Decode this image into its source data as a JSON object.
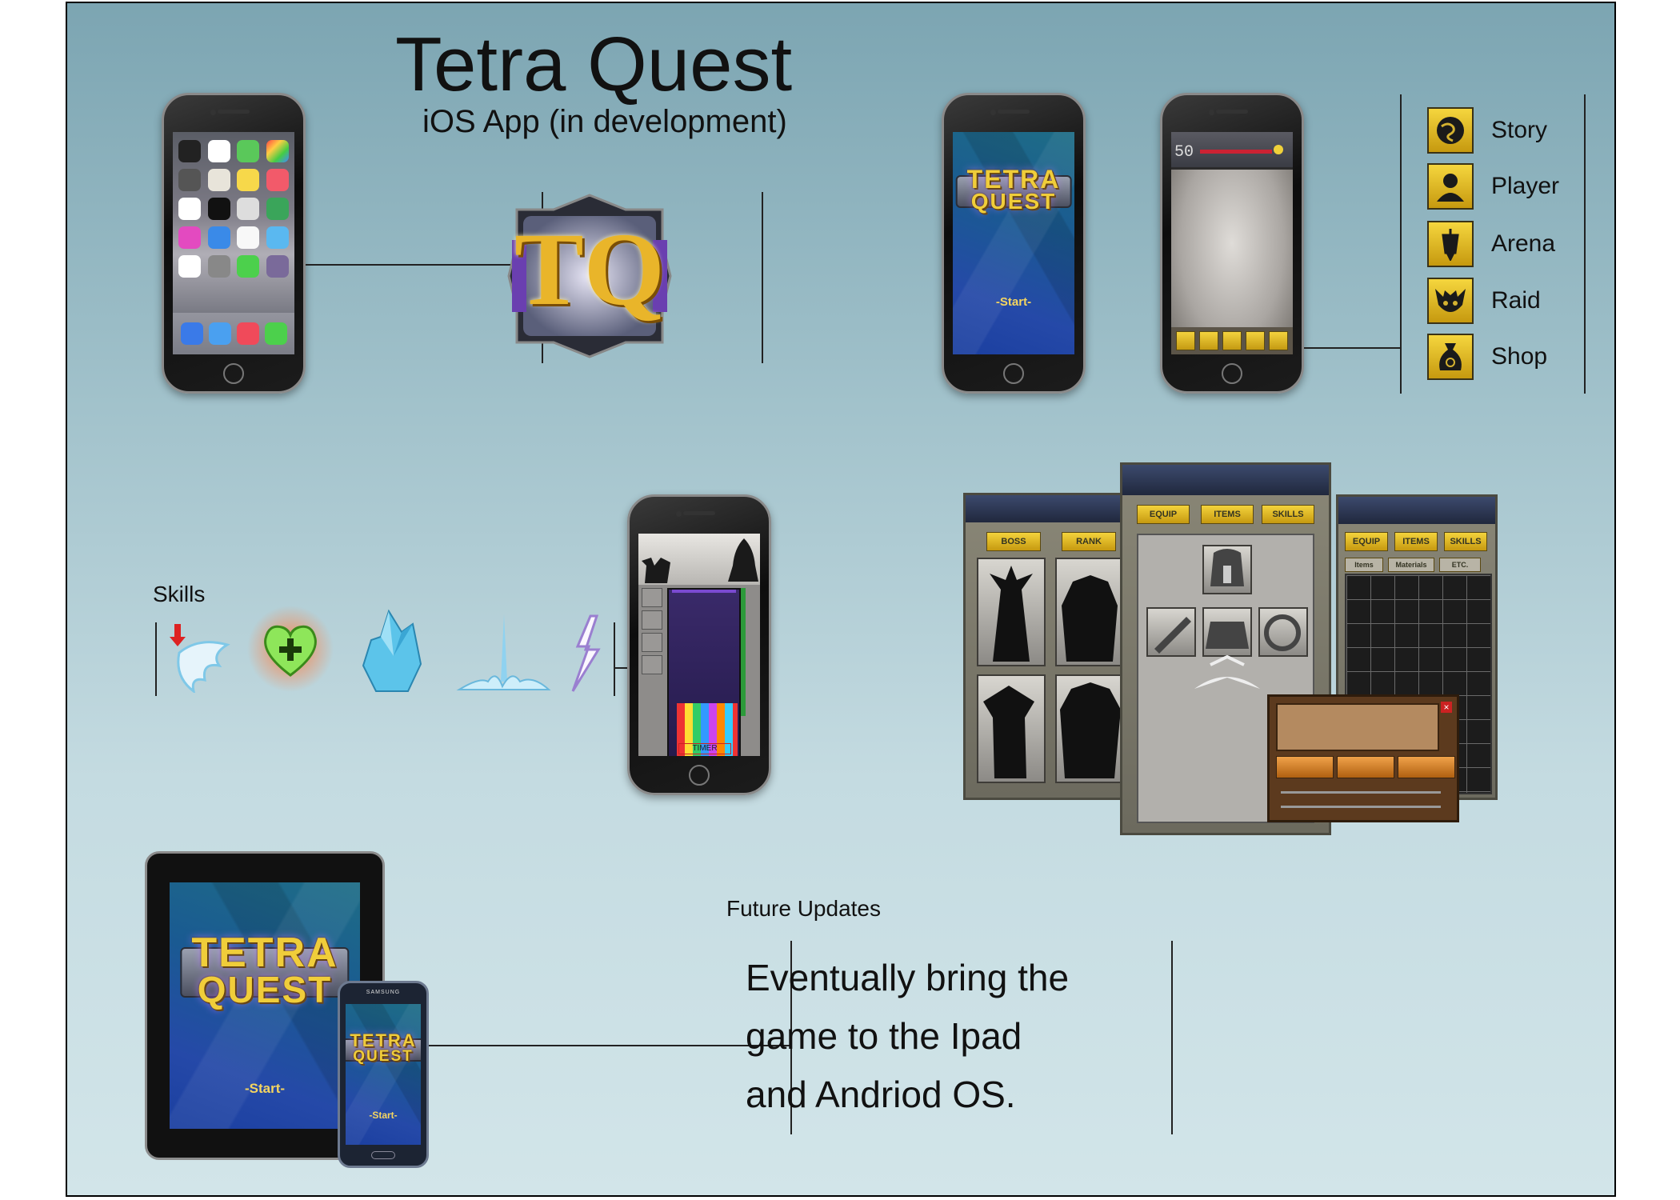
{
  "header": {
    "title": "Tetra Quest",
    "subtitle": "iOS App (in development)"
  },
  "app_icon": {
    "letters": "TQ"
  },
  "splash": {
    "logo_line1": "TETRA",
    "logo_line2": "QUEST",
    "start_label": "-Start-"
  },
  "menu_phone": {
    "level": "50"
  },
  "menu": {
    "items": [
      {
        "label": "Story",
        "icon": "globe-icon"
      },
      {
        "label": "Player",
        "icon": "player-icon"
      },
      {
        "label": "Arena",
        "icon": "arena-icon"
      },
      {
        "label": "Raid",
        "icon": "raid-icon"
      },
      {
        "label": "Shop",
        "icon": "shop-bag-icon"
      }
    ]
  },
  "skills": {
    "label": "Skills",
    "icons": [
      "wing-drop-icon",
      "heal-heart-icon",
      "ice-crystal-icon",
      "ice-spike-icon",
      "lightning-icon"
    ]
  },
  "tetris": {
    "timer_label": "TIMER"
  },
  "panels": {
    "left": {
      "tabs": [
        "BOSS",
        "RANK"
      ]
    },
    "center": {
      "tabs": [
        "EQUIP",
        "ITEMS",
        "SKILLS"
      ]
    },
    "right": {
      "tabs": [
        "EQUIP",
        "ITEMS",
        "SKILLS"
      ],
      "subtabs": [
        "Items",
        "Materials",
        "ETC."
      ]
    }
  },
  "future": {
    "label": "Future Updates",
    "line1": "Eventually bring the",
    "line2": "game to the Ipad",
    "line3": "and Andriod OS.",
    "galaxy_brand": "SAMSUNG"
  },
  "colors": {
    "gold": "#f0cd3a",
    "background_top": "#7ca5b2",
    "background_bottom": "#d2e5e9"
  }
}
